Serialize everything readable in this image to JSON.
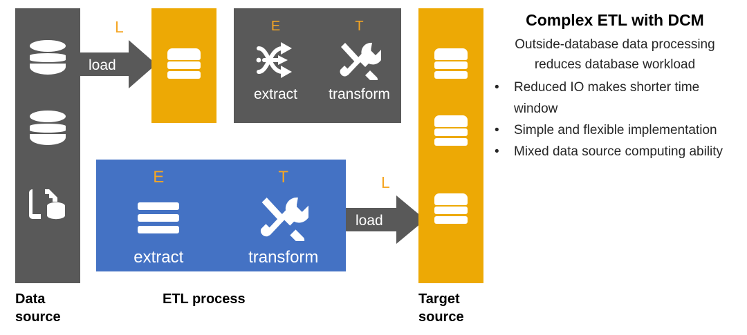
{
  "colors": {
    "gray": "#595959",
    "orange": "#EDA905",
    "blue": "#4472C4",
    "letter_orange": "#F5A623",
    "white": "#FFFFFF",
    "text": "#262626"
  },
  "columns": {
    "data_source": {
      "label": "Data\nsource",
      "label_line1": "Data",
      "label_line2": "source",
      "icons": [
        "database-icon",
        "database-icon",
        "file-database-icon"
      ]
    },
    "target_source": {
      "label_line1": "Target",
      "label_line2": "source",
      "icons": [
        "stacked-layers-icon",
        "stacked-layers-icon",
        "stacked-layers-icon"
      ]
    },
    "etl_process": {
      "label": "ETL process"
    }
  },
  "staging": {
    "icon": "stacked-layers-icon"
  },
  "arrows": {
    "top": {
      "letter": "L",
      "label": "load"
    },
    "bottom": {
      "letter": "L",
      "label": "load"
    }
  },
  "gray_etl_box": {
    "cells": [
      {
        "letter": "E",
        "caption": "extract",
        "icon": "shuffle-arrows-icon"
      },
      {
        "letter": "T",
        "caption": "transform",
        "icon": "tools-icon"
      }
    ]
  },
  "blue_etl_box": {
    "cells": [
      {
        "letter": "E",
        "caption": "extract",
        "icon": "three-bars-icon"
      },
      {
        "letter": "T",
        "caption": "transform",
        "icon": "tools-icon"
      }
    ]
  },
  "panel": {
    "title": "Complex ETL with DCM",
    "subtitle": "Outside-database data processing reduces database workload",
    "bullet_marker": "•",
    "bullets": [
      "Reduced IO makes shorter time window",
      "Simple and flexible implementation",
      "Mixed data source computing ability"
    ]
  }
}
